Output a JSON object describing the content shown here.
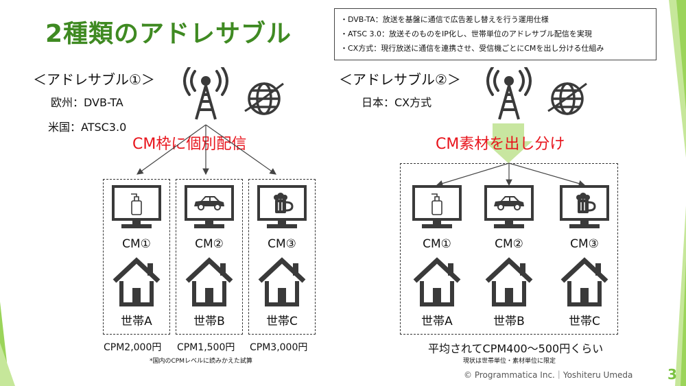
{
  "title": "2種類のアドレサブル",
  "notes": [
    "・DVB-TA：放送を基盤に通信で広告差し替えを行う運用仕様",
    "・ATSC 3.0：放送そのものをIP化し、世帯単位のアドレサブル配信を実現",
    "・CX方式：現行放送に通信を連携させ、受信機ごとにCMを出し分ける仕組み"
  ],
  "left": {
    "heading": "＜アドレサブル①＞",
    "region1": "欧州：DVB-TA",
    "region2": "米国：ATSC3.0",
    "caption": "CM枠に個別配信",
    "units": [
      {
        "cm": "CM①",
        "household": "世帯A",
        "price": "CPM2,000円",
        "content": "bottle-icon"
      },
      {
        "cm": "CM②",
        "household": "世帯B",
        "price": "CPM1,500円",
        "content": "car-icon"
      },
      {
        "cm": "CM③",
        "household": "世帯C",
        "price": "CPM3,000円",
        "content": "beer-icon"
      }
    ],
    "footnote": "*国内のCPMレベルに読みかえた試算"
  },
  "right": {
    "heading": "＜アドレサブル②＞",
    "region1": "日本：CX方式",
    "caption": "CM素材を出し分け",
    "units": [
      {
        "cm": "CM①",
        "household": "世帯A",
        "content": "bottle-icon"
      },
      {
        "cm": "CM②",
        "household": "世帯B",
        "content": "car-icon"
      },
      {
        "cm": "CM③",
        "household": "世帯C",
        "content": "beer-icon"
      }
    ],
    "summary": "平均されてCPM400〜500円くらい",
    "note": "現状は世帯単位・素材単位に限定"
  },
  "footer": "© Programmatica Inc.｜Yoshiteru Umeda",
  "page_number": "3",
  "colors": {
    "accent_green": "#7cc341",
    "title_green": "#3f8a22",
    "highlight_red": "#e8141c",
    "icon_dark": "#3a3a3a"
  }
}
